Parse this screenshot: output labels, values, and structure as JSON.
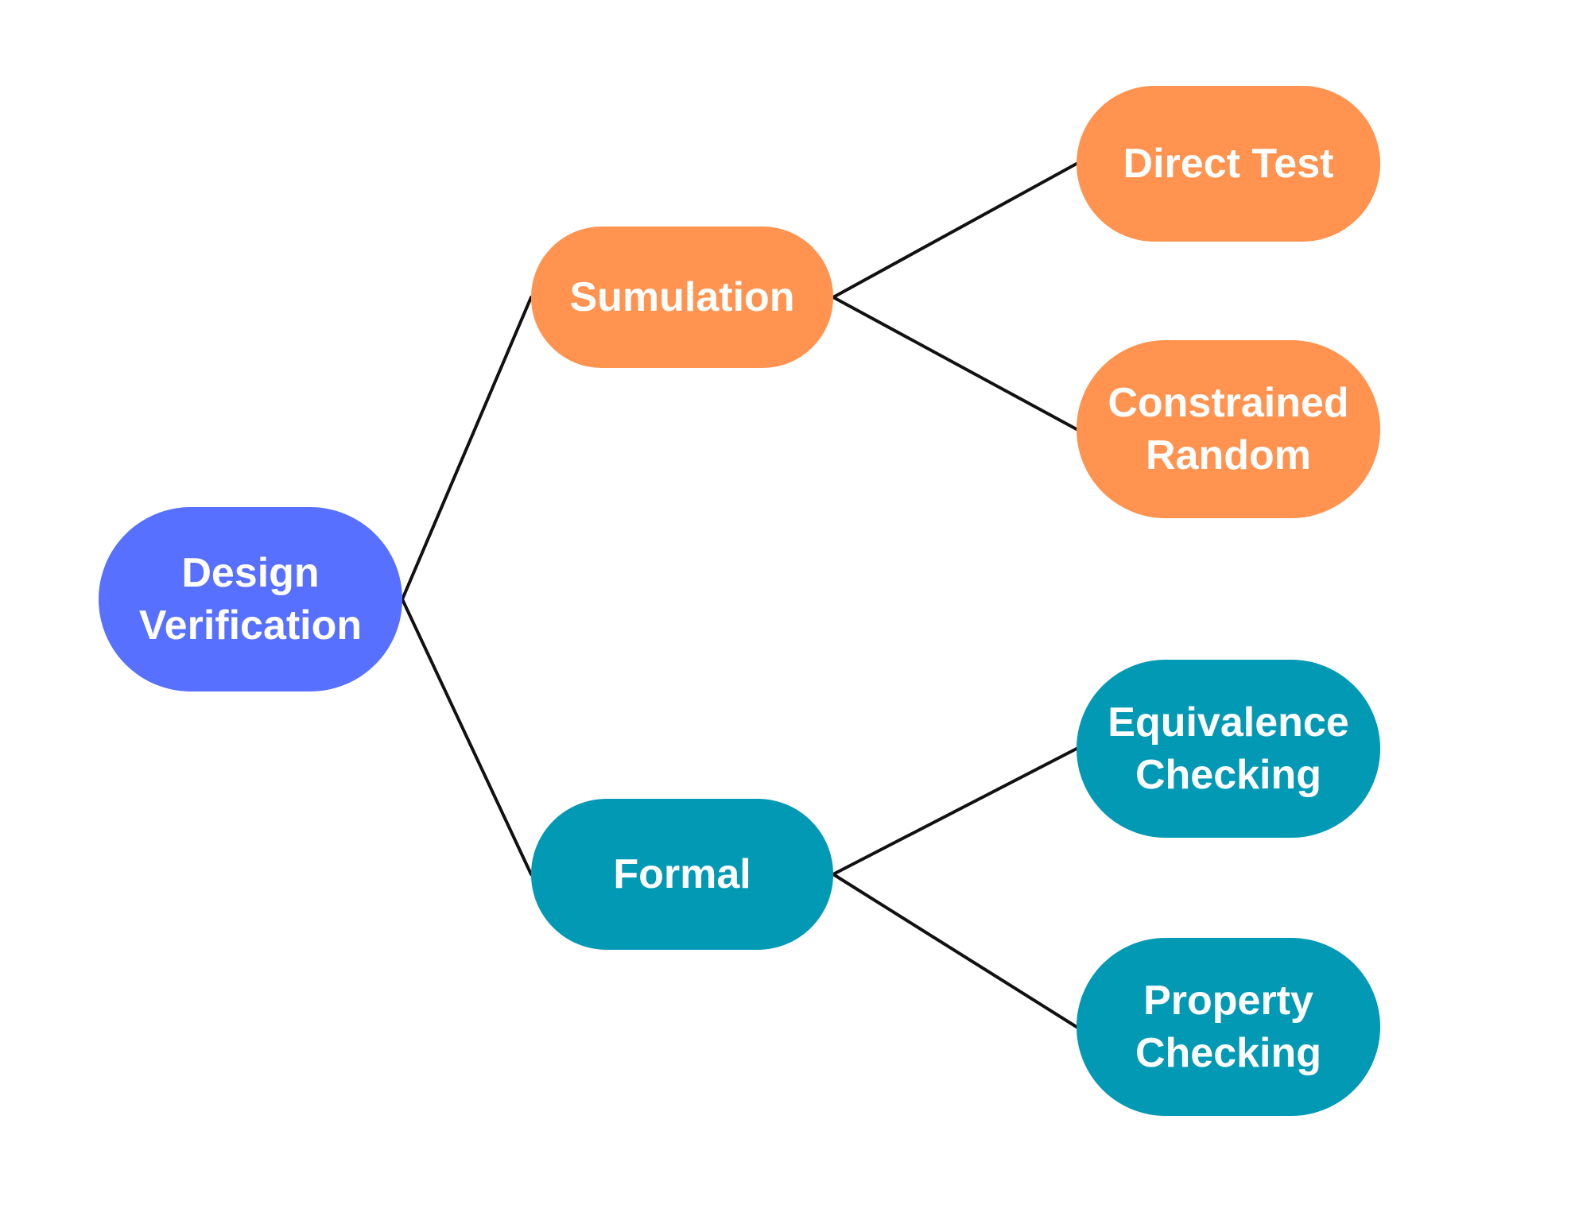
{
  "diagram": {
    "nodes": {
      "root": {
        "lines": [
          "Design",
          "Verification"
        ]
      },
      "simulation": {
        "lines": [
          "Sumulation"
        ]
      },
      "formal": {
        "lines": [
          "Formal"
        ]
      },
      "direct_test": {
        "lines": [
          "Direct Test"
        ]
      },
      "constrained_random": {
        "lines": [
          "Constrained",
          "Random"
        ]
      },
      "equivalence_checking": {
        "lines": [
          "Equivalence",
          "Checking"
        ]
      },
      "property_checking": {
        "lines": [
          "Property",
          "Checking"
        ]
      }
    },
    "edges": [
      [
        "root",
        "simulation"
      ],
      [
        "root",
        "formal"
      ],
      [
        "simulation",
        "direct_test"
      ],
      [
        "simulation",
        "constrained_random"
      ],
      [
        "formal",
        "equivalence_checking"
      ],
      [
        "formal",
        "property_checking"
      ]
    ],
    "colors": {
      "root": "#5770ff",
      "simulation_branch": "#ff934f",
      "formal_branch": "#0299b4",
      "edge": "#111111",
      "text": "#ffffff"
    }
  }
}
